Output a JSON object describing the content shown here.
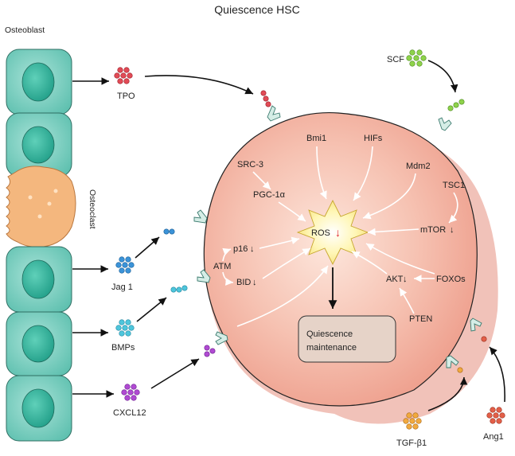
{
  "title": "Quiescence HSC",
  "cells": {
    "osteoblast": "Osteoblast",
    "osteoclast": "Osteoclast"
  },
  "ligands": {
    "tpo": "TPO",
    "scf": "SCF",
    "jag1": "Jag 1",
    "bmps": "BMPs",
    "cxcl12": "CXCL12",
    "tgfb1": "TGF-β1",
    "ang1": "Ang1"
  },
  "regulators": {
    "bmi1": "Bmi1",
    "hifs": "HIFs",
    "src3": "SRC-3",
    "mdm2": "Mdm2",
    "pgc1a": "PGC-1α",
    "tsc1": "TSC1",
    "mtor": "mTOR",
    "p16": "p16",
    "atm": "ATM",
    "bid": "BID",
    "akt": "AKT",
    "foxos": "FOXOs",
    "pten": "PTEN"
  },
  "ros": "ROS",
  "down_arrow": "↓",
  "outcome": {
    "line1": "Quiescence",
    "line2": "maintenance"
  },
  "colors": {
    "cell_teal": "#7dcfc0",
    "nucleus": "#2fb29c",
    "osteoclast": "#f4b77e",
    "hsc_fill": "#f3b0a0",
    "hsc_edge": "#e07f73",
    "ros_star": "#fff3a0",
    "receptor": "#d5ede6",
    "tpo_dot": "#e14b56",
    "scf_dot": "#8ed24b",
    "jag_dot": "#3b93d8",
    "bmp_dot": "#4ec6dc",
    "cxcl_dot": "#b04ad2",
    "tgf_dot": "#f1a93e",
    "ang_dot": "#e35f48",
    "box_fill": "#e6d3c8"
  }
}
